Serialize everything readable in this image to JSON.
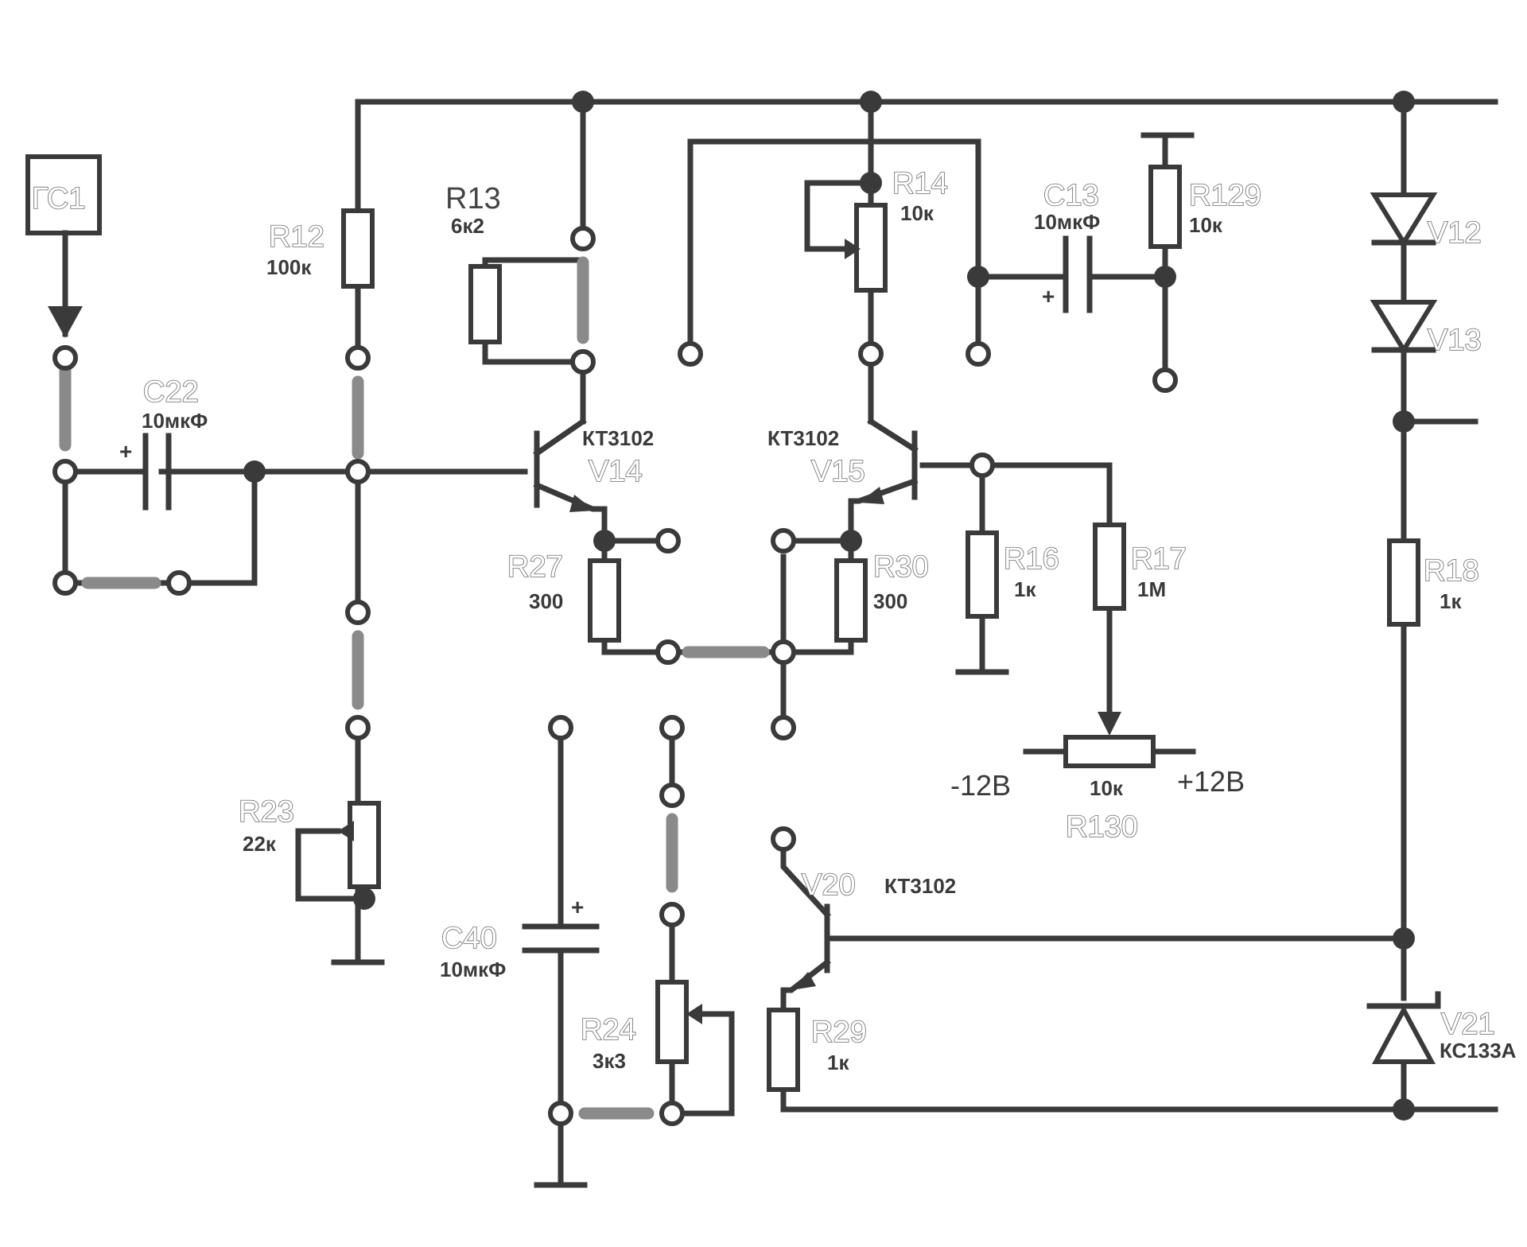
{
  "input": {
    "label": "ГС1"
  },
  "capacitors": [
    {
      "ref": "C22",
      "value": "10мкФ",
      "polarity": "+"
    },
    {
      "ref": "C13",
      "value": "10мкФ",
      "polarity": "+"
    },
    {
      "ref": "C40",
      "value": "10мкФ",
      "polarity": "+"
    }
  ],
  "resistors": [
    {
      "ref": "R12",
      "value": "100к"
    },
    {
      "ref": "R13",
      "value": "6к2"
    },
    {
      "ref": "R14",
      "value": "10к"
    },
    {
      "ref": "R129",
      "value": "10к"
    },
    {
      "ref": "R27",
      "value": "300"
    },
    {
      "ref": "R30",
      "value": "300"
    },
    {
      "ref": "R16",
      "value": "1к"
    },
    {
      "ref": "R17",
      "value": "1М"
    },
    {
      "ref": "R18",
      "value": "1к"
    },
    {
      "ref": "R23",
      "value": "22к"
    },
    {
      "ref": "R24",
      "value": "3к3"
    },
    {
      "ref": "R29",
      "value": "1к"
    },
    {
      "ref": "R130",
      "value": "10к"
    }
  ],
  "transistors": [
    {
      "ref": "V14",
      "type": "КТ3102"
    },
    {
      "ref": "V15",
      "type": "КТ3102"
    },
    {
      "ref": "V20",
      "type": "КТ3102"
    }
  ],
  "diodes": [
    {
      "ref": "V12"
    },
    {
      "ref": "V13"
    },
    {
      "ref": "V21",
      "type": "КС133А"
    }
  ],
  "supply": {
    "negative": "-12В",
    "positive": "+12В"
  },
  "colors": {
    "ink": "#3a3a3a",
    "jumper": "#8a8a8a",
    "label_outline": "#6a6a6a"
  }
}
